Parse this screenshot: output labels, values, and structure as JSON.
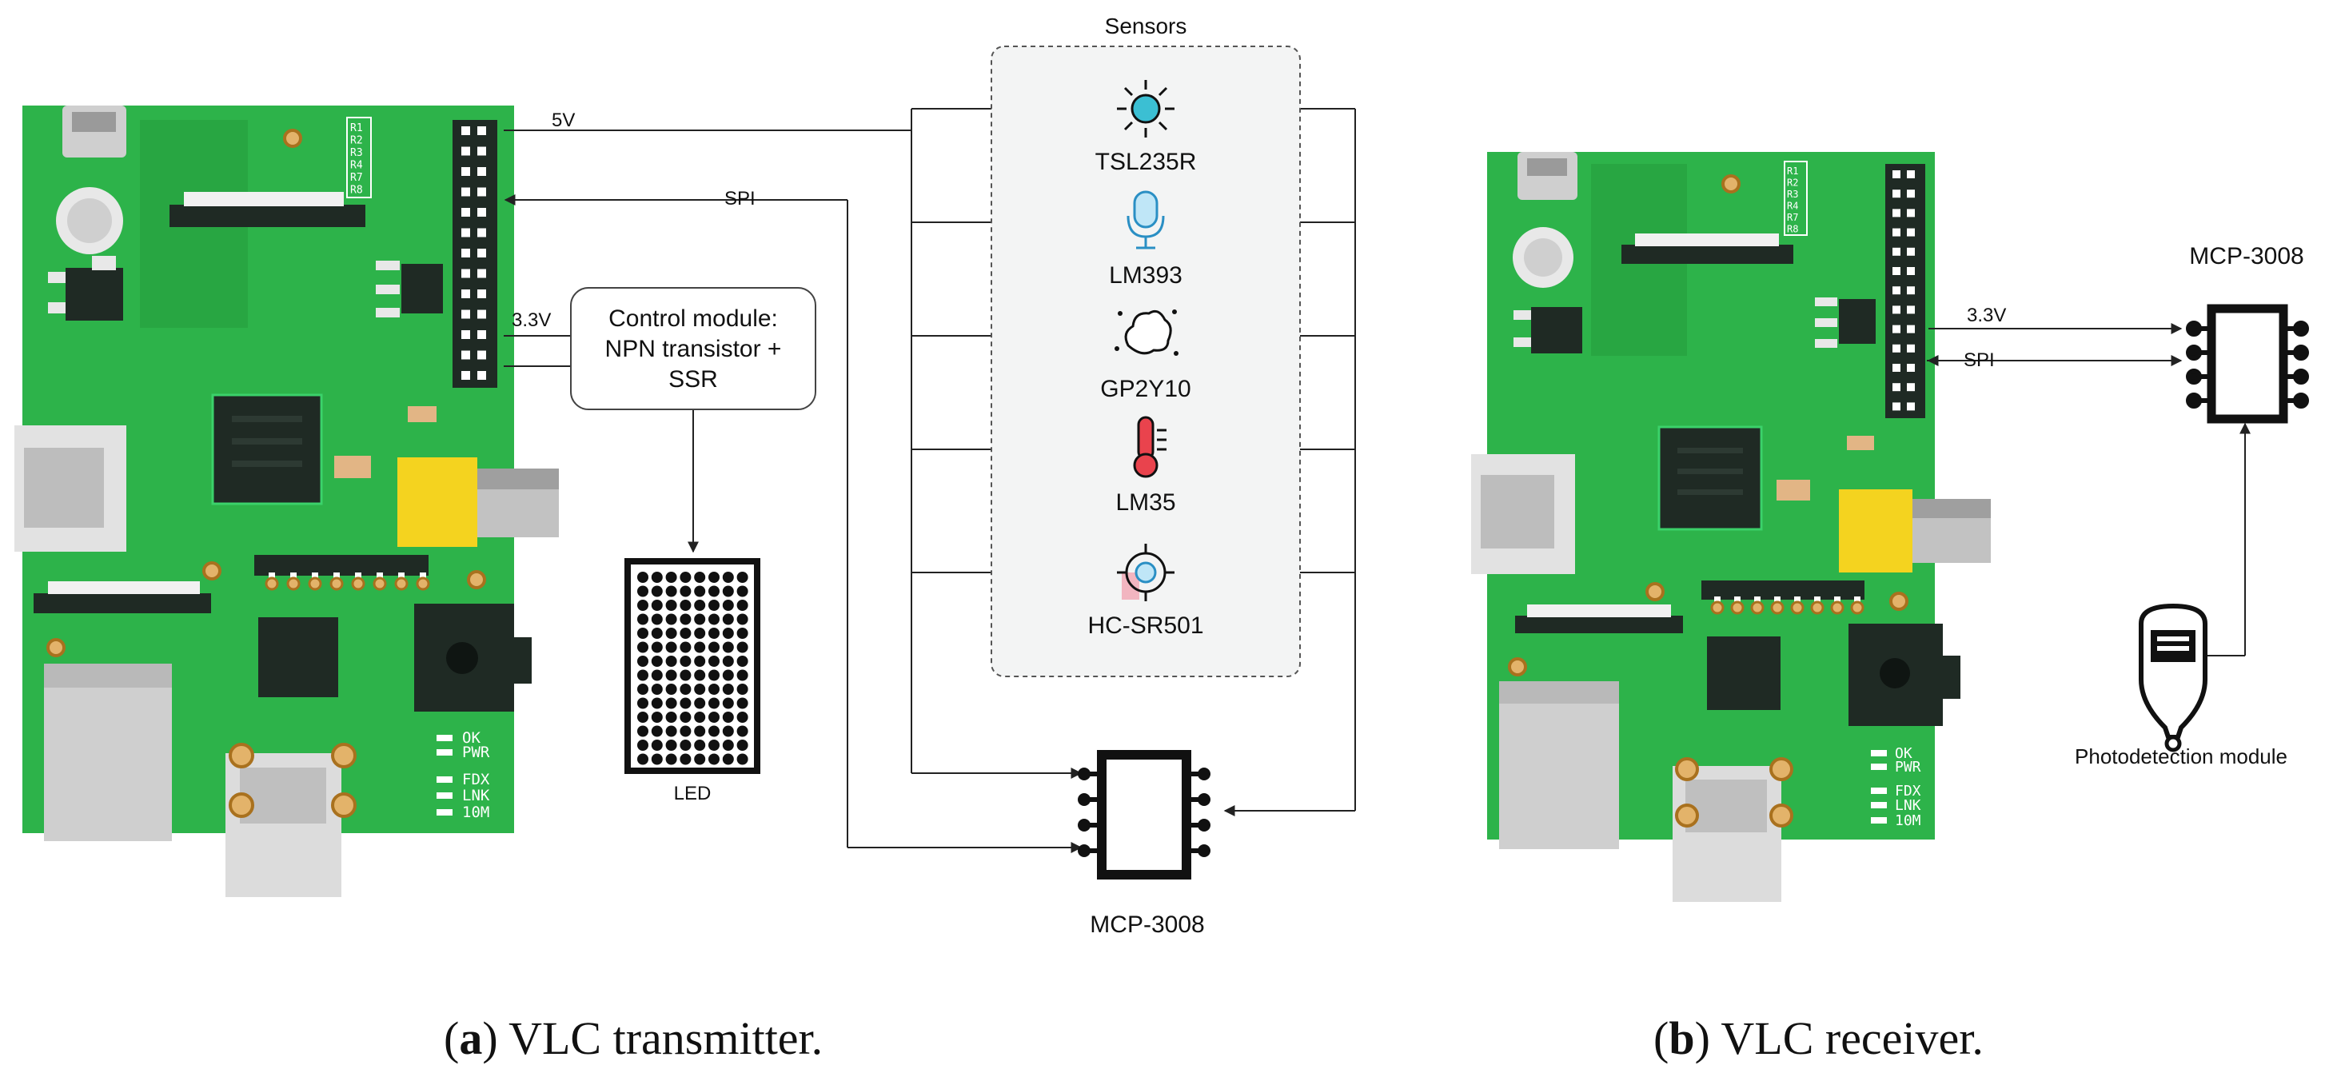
{
  "transmitter": {
    "power_5v": "5V",
    "spi": "SPI",
    "power_3v3": "3.3V",
    "control_module": [
      "Control module:",
      "NPN transistor +",
      "SSR"
    ],
    "led_label": "LED",
    "adc_label": "MCP-3008",
    "sensors_title": "Sensors",
    "sensors": [
      "TSL235R",
      "LM393",
      "GP2Y10",
      "LM35",
      "HC-SR501"
    ],
    "board_pins": [
      "R1",
      "R2",
      "R3",
      "R4",
      "R7",
      "R8"
    ],
    "status_leds": [
      "OK",
      "PWR",
      "FDX",
      "LNK",
      "10M"
    ]
  },
  "receiver": {
    "adc_label": "MCP-3008",
    "power_3v3": "3.3V",
    "spi": "SPI",
    "photodetector_label": "Photodetection module",
    "board_pins": [
      "R1",
      "R2",
      "R3",
      "R4",
      "R7",
      "R8"
    ],
    "status_leds": [
      "OK",
      "PWR",
      "FDX",
      "LNK",
      "10M"
    ]
  },
  "captions": {
    "a_letter": "a",
    "a_text": "VLC transmitter.",
    "b_letter": "b",
    "b_text": "VLC receiver."
  },
  "colors": {
    "board": "#2db34a",
    "board_dark": "#249a3d",
    "chip": "#1f2a24",
    "connector_yellow": "#f4d31f",
    "sensors_bg": "#f3f4f4"
  },
  "icons": [
    "sun-sensor-icon",
    "microphone-sensor-icon",
    "dust-sensor-icon",
    "thermometer-icon",
    "motion-target-icon",
    "adc-chip-icon",
    "led-matrix-icon",
    "photodetector-probe-icon"
  ]
}
